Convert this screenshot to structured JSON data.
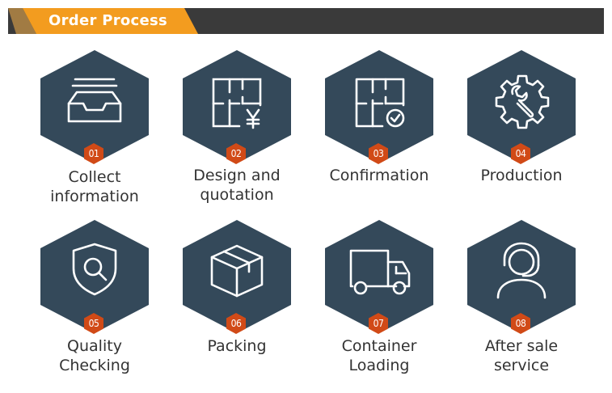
{
  "header": {
    "title": "Order Process"
  },
  "colors": {
    "header_bar": "#3a3a3a",
    "header_tab": "#f39c1f",
    "hexagon": "#34495a",
    "badge": "#d14a17",
    "label": "#333333"
  },
  "steps": [
    {
      "number": "01",
      "line1": "Collect",
      "line2": "information",
      "icon": "inbox-tray-icon"
    },
    {
      "number": "02",
      "line1": "Design and",
      "line2": "quotation",
      "icon": "floor-plan-yen-icon"
    },
    {
      "number": "03",
      "line1": "Confirmation",
      "line2": "",
      "icon": "floor-plan-check-icon"
    },
    {
      "number": "04",
      "line1": "Production",
      "line2": "",
      "icon": "gear-wrench-icon"
    },
    {
      "number": "05",
      "line1": "Quality",
      "line2": "Checking",
      "icon": "shield-magnifier-icon"
    },
    {
      "number": "06",
      "line1": "Packing",
      "line2": "",
      "icon": "box-icon"
    },
    {
      "number": "07",
      "line1": "Container",
      "line2": "Loading",
      "icon": "truck-icon"
    },
    {
      "number": "08",
      "line1": "After sale",
      "line2": "service",
      "icon": "headset-agent-icon"
    }
  ]
}
